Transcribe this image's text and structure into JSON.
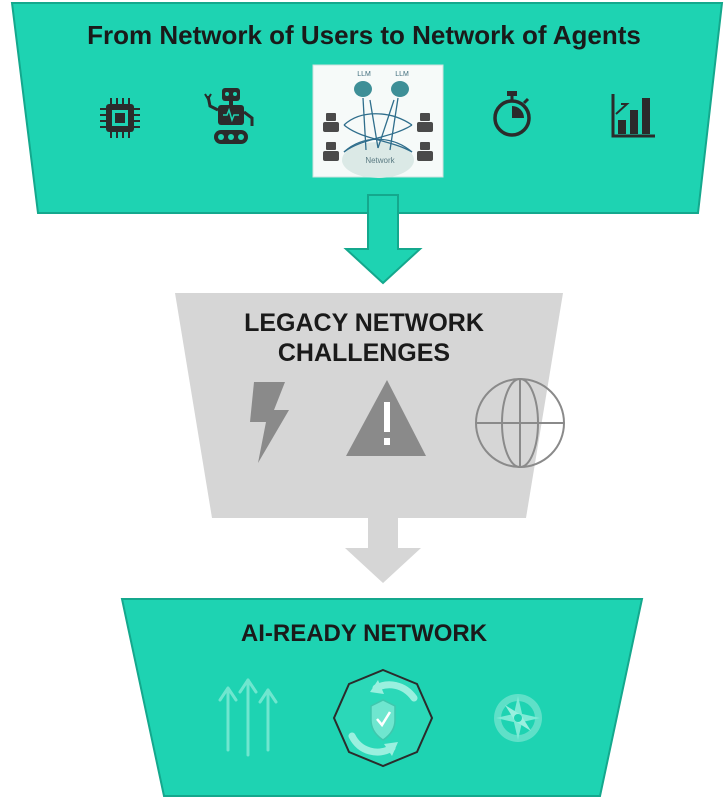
{
  "top_panel": {
    "title": "From Network of Users to Network of Agents",
    "icons": [
      "chip-icon",
      "robot-icon",
      "agent-network-illustration",
      "stopwatch-icon",
      "growth-chart-icon"
    ],
    "inset": {
      "llm_label_1": "LLM",
      "llm_label_2": "LLM",
      "center_label": "Network"
    }
  },
  "middle_panel": {
    "title": "LEGACY NETWORK CHALLENGES",
    "icons": [
      "lightning-icon",
      "warning-icon",
      "globe-icon"
    ]
  },
  "bottom_panel": {
    "title": "AI-READY NETWORK",
    "icons": [
      "upward-arrows-icon",
      "shield-refresh-icon",
      "compass-icon"
    ]
  },
  "colors": {
    "teal_fill": "#1ed3b2",
    "teal_border": "#14a88d",
    "gray_fill": "#d6d6d6",
    "icon_dark": "#2b2b2b",
    "icon_gray": "#8a8a8a",
    "icon_faint": "#6fe6cf"
  }
}
